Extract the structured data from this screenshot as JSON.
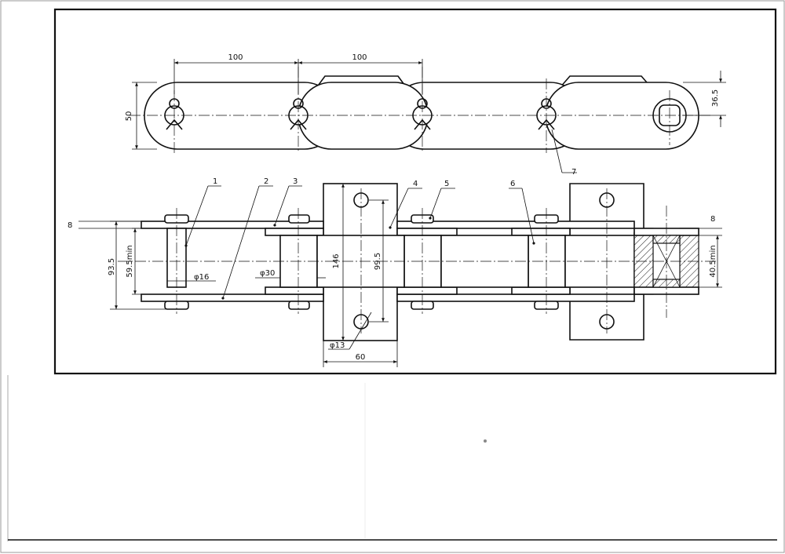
{
  "dimensions": {
    "pitch_1": "100",
    "pitch_2": "100",
    "plate_height": "50",
    "half_height": "36.5",
    "chain_width": "93.5",
    "inner_width": "59.5min",
    "pin_dia": "φ16",
    "roller_dia": "φ30",
    "attach_height": "146",
    "hole_spacing": "99.5",
    "hole_dia": "φ13",
    "attach_width": "60",
    "plate_thickness_left": "8",
    "plate_thickness_right": "8",
    "right_inner_width": "40.5min"
  },
  "balloons": [
    "1",
    "2",
    "3",
    "4",
    "5",
    "6",
    "7"
  ]
}
